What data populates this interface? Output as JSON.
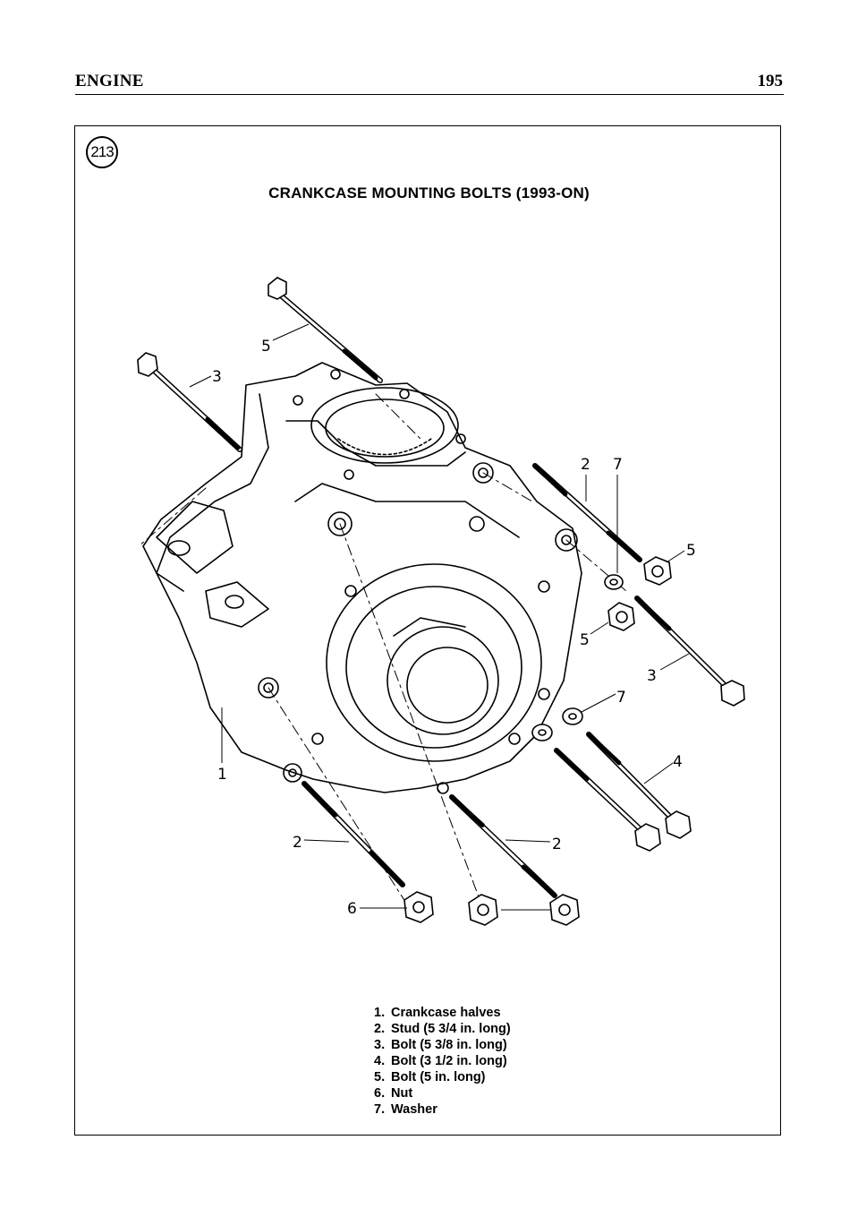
{
  "header": {
    "section": "ENGINE",
    "page_number": "195"
  },
  "figure": {
    "number": "213",
    "title": "CRANKCASE MOUNTING BOLTS (1993-ON)",
    "callouts": [
      "5",
      "3",
      "2",
      "7",
      "5",
      "5",
      "3",
      "7",
      "4",
      "1",
      "2",
      "2",
      "6"
    ]
  },
  "legend": [
    {
      "num": "1.",
      "text": "Crankcase halves"
    },
    {
      "num": "2.",
      "text": "Stud (5 3/4 in. long)"
    },
    {
      "num": "3.",
      "text": "Bolt (5 3/8 in. long)"
    },
    {
      "num": "4.",
      "text": "Bolt (3 1/2 in. long)"
    },
    {
      "num": "5.",
      "text": "Bolt (5 in. long)"
    },
    {
      "num": "6.",
      "text": "Nut"
    },
    {
      "num": "7.",
      "text": "Washer"
    }
  ]
}
